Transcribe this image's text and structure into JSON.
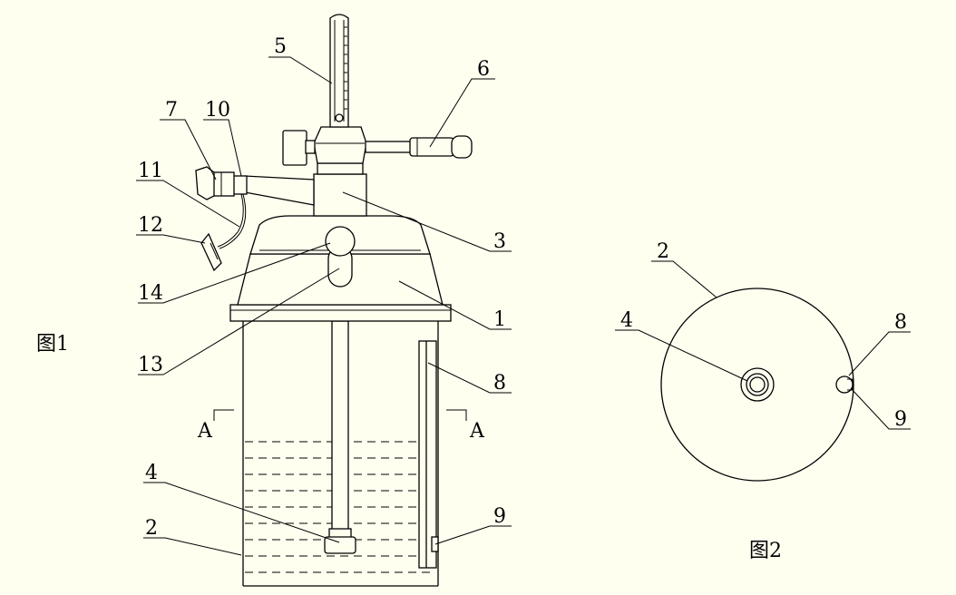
{
  "figure1": {
    "caption": "图1",
    "labels": {
      "l1": "1",
      "l2": "2",
      "l3": "3",
      "l4": "4",
      "l5": "5",
      "l6": "6",
      "l7": "7",
      "l8": "8",
      "l9": "9",
      "l10": "10",
      "l11": "11",
      "l12": "12",
      "l13": "13",
      "l14": "14"
    },
    "section_mark": "A"
  },
  "figure2": {
    "caption": "图2",
    "labels": {
      "l2": "2",
      "l4": "4",
      "l8": "8",
      "l9": "9"
    }
  }
}
